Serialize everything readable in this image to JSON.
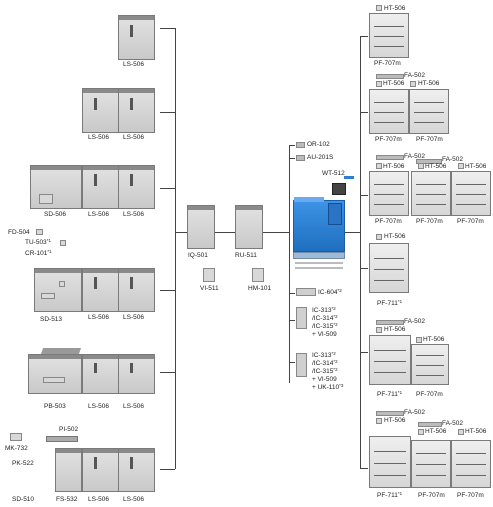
{
  "finishing": {
    "ls506_1": "LS-506",
    "ls506_2a": "LS-506",
    "ls506_2b": "LS-506",
    "sd506": "SD-506",
    "ls506_3a": "LS-506",
    "ls506_3b": "LS-506",
    "fd504": "FD-504",
    "tu503": "TU-503",
    "tu503_note": "*1",
    "cr101": "CR-101",
    "cr101_note": "*1",
    "sd513": "SD-513",
    "ls506_4a": "LS-506",
    "ls506_4b": "LS-506",
    "pb503": "PB-503",
    "ls506_5a": "LS-506",
    "ls506_5b": "LS-506",
    "pi502": "PI-502",
    "mk732": "MK-732",
    "pk522": "PK-522",
    "sd510": "SD-510",
    "fs532": "FS-532",
    "ls506_6a": "LS-506",
    "ls506_6b": "LS-506"
  },
  "middle": {
    "iq501": "IQ-501",
    "vi511": "VI-511",
    "ru511": "RU-511",
    "hm101": "HM-101"
  },
  "main": {
    "or102": "OR-102",
    "au201s": "AU-201S",
    "wt512": "WT-512",
    "ic604": "IC-604",
    "ic604_note": "*2",
    "ic_group1": {
      "l1": "IC-313",
      "n1": "*2",
      "l2": "/IC-314",
      "n2": "*2",
      "l3": "/IC-315",
      "n3": "*2",
      "l4": "+ VI-509"
    },
    "ic_group2": {
      "l1": "IC-313",
      "n1": "*2",
      "l2": "/IC-314",
      "n2": "*2",
      "l3": "/IC-315",
      "n3": "*2",
      "l4": "+ VI-509",
      "l5": "+ UK-110",
      "n5": "*3"
    }
  },
  "feeders": {
    "r1_ht": "HT-506",
    "r1_pf": "PF-707m",
    "r2_fa": "FA-502",
    "r2_ht1": "HT-506",
    "r2_ht2": "HT-506",
    "r2_pf1": "PF-707m",
    "r2_pf2": "PF-707m",
    "r3_fa1": "FA-502",
    "r3_fa2": "FA-502",
    "r3_ht1": "HT-506",
    "r3_ht2": "HT-506",
    "r3_ht3": "HT-506",
    "r3_pf1": "PF-707m",
    "r3_pf2": "PF-707m",
    "r3_pf3": "PF-707m",
    "r4_ht": "HT-506",
    "r4_pf": "PF-711",
    "r4_pf_note": "*1",
    "r5_fa": "FA-502",
    "r5_ht1": "HT-506",
    "r5_ht2": "HT-506",
    "r5_pf1": "PF-711",
    "r5_pf1_note": "*1",
    "r5_pf2": "PF-707m",
    "r6_fa1": "FA-502",
    "r6_fa2": "FA-502",
    "r6_ht1": "HT-506",
    "r6_ht2": "HT-506",
    "r6_ht3": "HT-506",
    "r6_pf1": "PF-711",
    "r6_pf1_note": "*1",
    "r6_pf2": "PF-707m",
    "r6_pf3": "PF-707m"
  }
}
